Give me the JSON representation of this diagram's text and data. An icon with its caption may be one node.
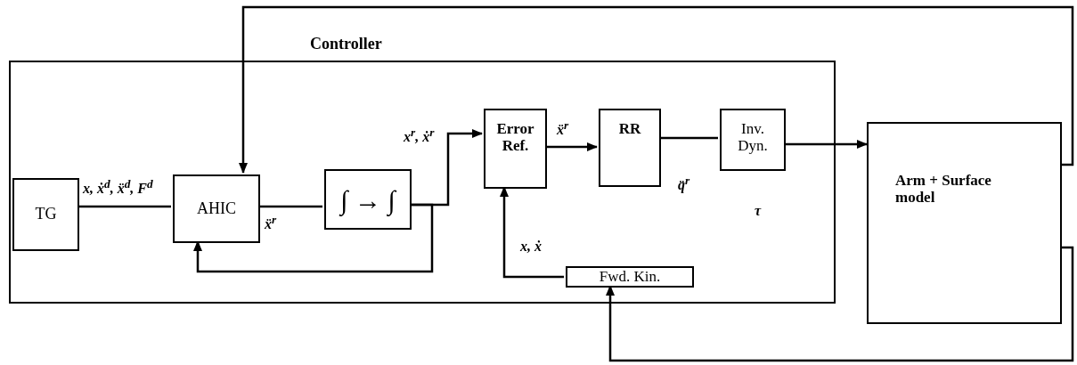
{
  "diagram": {
    "nodes": [
      {
        "text": [
          "Controller"
        ]
      },
      {
        "text": [
          "TG"
        ],
        "in": 0
      },
      {
        "text": [
          "AHIC"
        ],
        "in": 0
      },
      {
        "text": [
          "∫ → ∫"
        ],
        "in": 0
      },
      {
        "text": [
          "Error Ref."
        ],
        "in": 0
      },
      {
        "text": [
          "RR"
        ],
        "in": 0
      },
      {
        "text": [
          "Inv. Dyn."
        ],
        "in": 0
      },
      {
        "text": [
          "Fwd. Kin."
        ],
        "in": 0
      },
      {
        "text": [
          "Arm + Surface model"
        ]
      }
    ],
    "edges": [
      {
        "from": 1,
        "to": 2,
        "arrow": "none",
        "label": "x, ẋ$^{d}$, ẍ$^{d}$, F$^{d}$"
      },
      {
        "from": 2,
        "to": 3,
        "arrow": "none",
        "label": "ẍ$^{r}$"
      },
      {
        "from": 3,
        "to": 4,
        "arrow": "to",
        "label": "x$^{r}$, ẋ$^{r}$"
      },
      {
        "from": 3,
        "to": 2,
        "arrow": "to"
      },
      {
        "from": 4,
        "to": 5,
        "arrow": "to",
        "label": "ẍ$^{r}$"
      },
      {
        "from": 5,
        "to": 6,
        "arrow": "none",
        "label": "q̈$^{r}$"
      },
      {
        "from": 6,
        "to": 8,
        "arrow": "to"
      },
      {
        "from": 7,
        "to": 4,
        "arrow": "to",
        "label": "x, ẋ"
      },
      {
        "from": 8,
        "to": 7,
        "arrow": "to"
      },
      {
        "from": 8,
        "to": 2,
        "arrow": "to"
      }
    ],
    "labels": [
      "τ"
    ]
  }
}
